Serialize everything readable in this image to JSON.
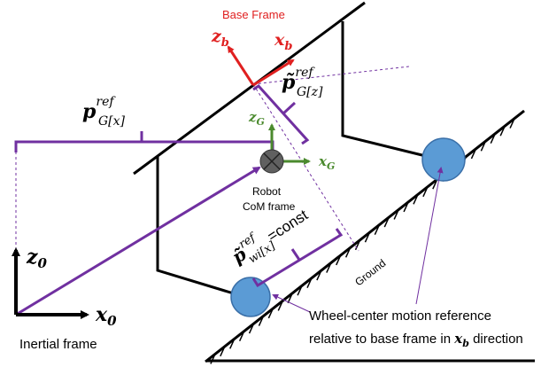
{
  "labels": {
    "base_frame": "Base Frame",
    "zb": "z",
    "zb_sub": "b",
    "xb": "x",
    "xb_sub": "b",
    "pGx_main": "p",
    "pGx_sup": "ref",
    "pGx_sub": "G[x]",
    "pGz_main": "p̃",
    "pGz_sup": "ref",
    "pGz_sub": "G[z]",
    "zG": "z",
    "zG_sub": "G",
    "xG": "x",
    "xG_sub": "G",
    "robot_line1": "Robot",
    "robot_line2": "CoM frame",
    "pwi_main": "p̃",
    "pwi_sup": "ref",
    "pwi_sub": "wi[x]",
    "pwi_tail": "=const",
    "ground": "Ground",
    "z0": "z",
    "z0_sub": "0",
    "x0": "x",
    "x0_sub": "0",
    "inertial": "Inertial frame",
    "wheel_line1": "Wheel-center motion reference",
    "wheel_line2_prefix": "relative to base frame in ",
    "wheel_line2_var": "x",
    "wheel_line2_sub": "b",
    "wheel_line2_suffix": " direction"
  },
  "colors": {
    "purple": "#7030a0",
    "red": "#e02020",
    "green": "#4b8a2e",
    "wheel": "#5b9bd5",
    "wheel_edge": "#3a6fa8",
    "black": "#000000",
    "com": "#606060"
  }
}
